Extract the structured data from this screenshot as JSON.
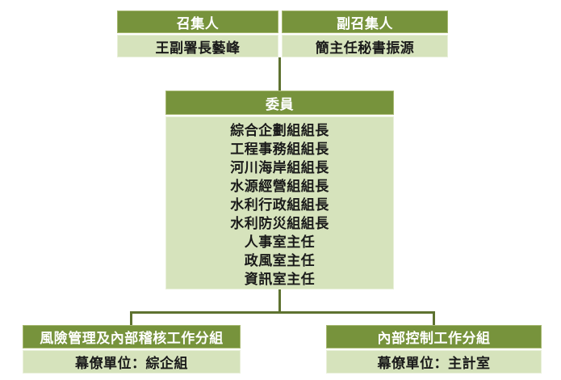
{
  "diagram": {
    "convener": {
      "title": "召集人",
      "name": "王副署長藝峰"
    },
    "deputy_convener": {
      "title": "副召集人",
      "name": "簡主任秘書振源"
    },
    "committee": {
      "title": "委員",
      "members": [
        "綜合企劃組組長",
        "工程事務組組長",
        "河川海岸組組長",
        "水源經營組組長",
        "水利行政組組長",
        "水利防災組組長",
        "人事室主任",
        "政風室主任",
        "資訊室主任"
      ]
    },
    "subgroup_left": {
      "title": "風險管理及內部稽核工作分組",
      "staff_unit": "幕僚單位：綜企組"
    },
    "subgroup_right": {
      "title": "內部控制工作分組",
      "staff_unit": "幕僚單位：主計室"
    },
    "colors": {
      "header_bg": "#77933C",
      "body_bg": "#D6E3BC",
      "connector": "#5E7230",
      "header_text": "#FFFFFF",
      "body_text": "#1A1A1A"
    }
  }
}
